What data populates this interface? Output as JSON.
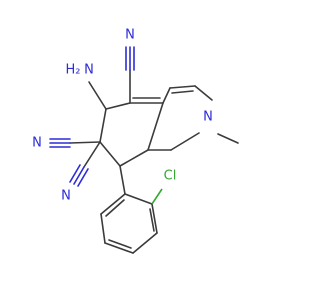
{
  "colors": {
    "bond": "#3b3b3b",
    "nitrogen": "#2c2cd8",
    "chlorine": "#33a833",
    "background": "#ffffff"
  },
  "labels": {
    "amine_n": "N",
    "amine_h2": "H₂",
    "nitrile_n_top": "N",
    "nitrile_n_left_upper": "N",
    "nitrile_n_left_lower": "N",
    "ring_n": "N",
    "chlorine": "Cl"
  }
}
